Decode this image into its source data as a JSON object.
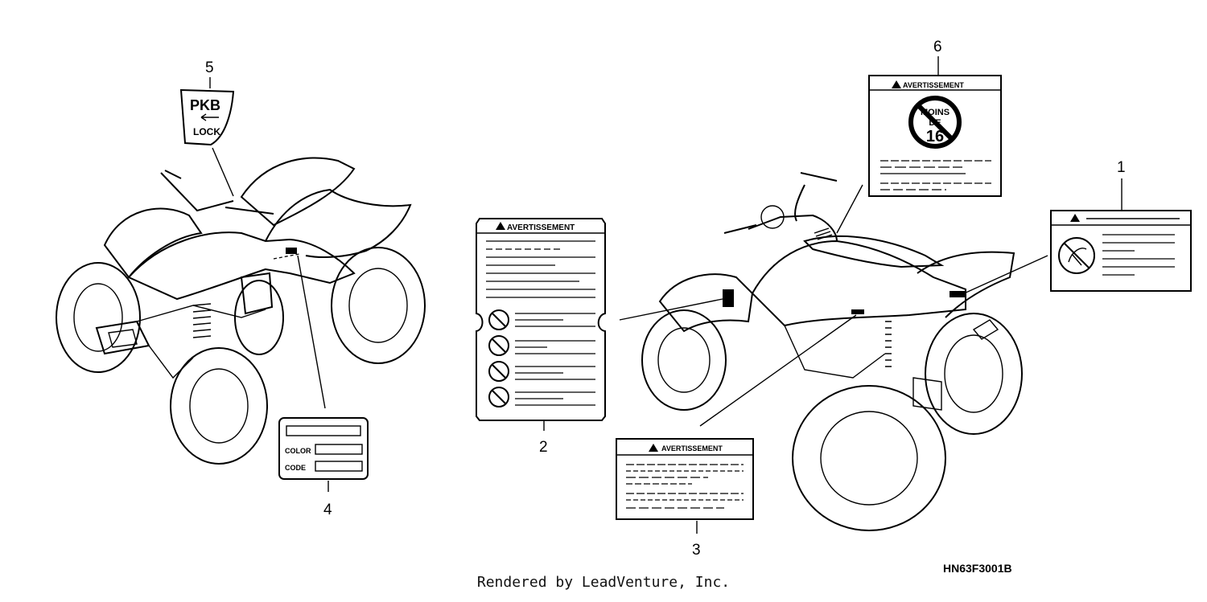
{
  "callouts": [
    "1",
    "2",
    "3",
    "4",
    "5",
    "6"
  ],
  "labels": {
    "avertissement": "AVERTISSEMENT",
    "pkb_top": "PKB",
    "pkb_bottom": "LOCK",
    "color": "COLOR",
    "code": "CODE",
    "moins_l1": "MOINS",
    "moins_l2": "DE",
    "moins_l3": "16"
  },
  "diagram_code": "HN63F3001B",
  "credit": "Rendered by LeadVenture, Inc."
}
